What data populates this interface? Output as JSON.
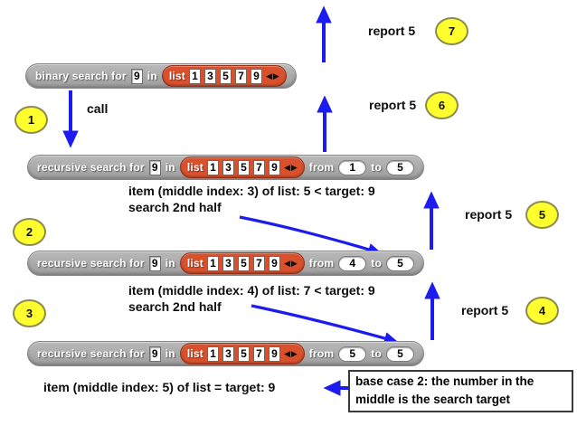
{
  "colors": {
    "arrow_blue": "#1c1cf0",
    "block_gray": "#a5a5a5",
    "list_orange": "#d9512c",
    "badge_yellow": "#ffff2e",
    "badge_border": "#8c8c50"
  },
  "icons": {
    "left_arrow": "◀",
    "right_arrow": "▶"
  },
  "badges": [
    "1",
    "2",
    "3",
    "4",
    "5",
    "6",
    "7"
  ],
  "labels": {
    "call": "call",
    "report": "report 5"
  },
  "annotations": {
    "step1_line1": "item (middle index: 3) of list: 5 < target: 9",
    "step1_line2": "search 2nd half",
    "step2_line1": "item (middle index: 4) of list: 7 < target: 9",
    "step2_line2": "search 2nd half",
    "base_line": "item (middle index: 5) of list = target: 9",
    "base_case_note": "base case 2: the number in the middle is the search target"
  },
  "blocks": {
    "binary": {
      "prefix": "binary search for",
      "target": "9",
      "in_word": "in",
      "list": {
        "label": "list",
        "items": [
          "1",
          "3",
          "5",
          "7",
          "9"
        ]
      }
    },
    "rec1": {
      "prefix": "recursive search for",
      "target": "9",
      "in_word": "in",
      "from_word": "from",
      "from": "1",
      "to_word": "to",
      "to": "5",
      "list": {
        "label": "list",
        "items": [
          "1",
          "3",
          "5",
          "7",
          "9"
        ]
      }
    },
    "rec2": {
      "prefix": "recursive search for",
      "target": "9",
      "in_word": "in",
      "from_word": "from",
      "from": "4",
      "to_word": "to",
      "to": "5",
      "list": {
        "label": "list",
        "items": [
          "1",
          "3",
          "5",
          "7",
          "9"
        ]
      }
    },
    "rec3": {
      "prefix": "recursive search for",
      "target": "9",
      "in_word": "in",
      "from_word": "from",
      "from": "5",
      "to_word": "to",
      "to": "5",
      "list": {
        "label": "list",
        "items": [
          "1",
          "3",
          "5",
          "7",
          "9"
        ]
      }
    }
  }
}
